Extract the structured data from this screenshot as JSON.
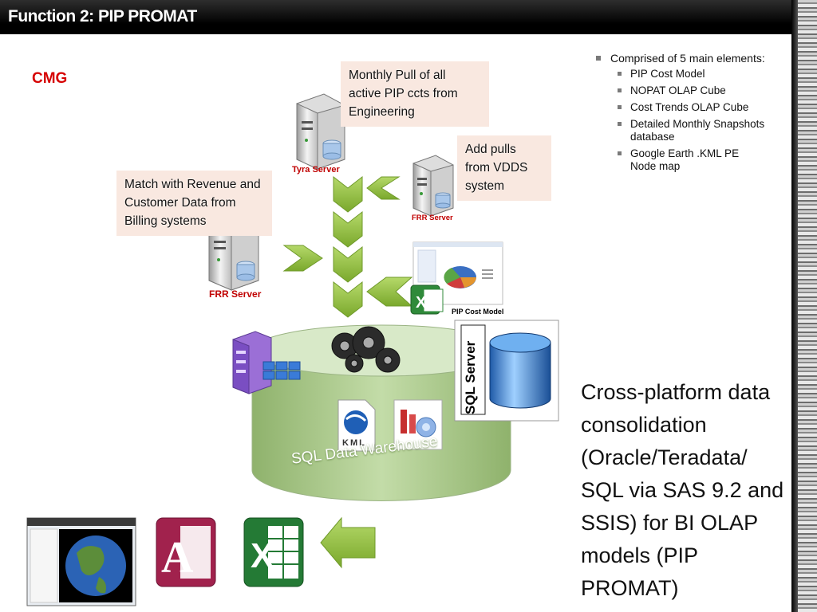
{
  "header": {
    "title": "Function 2:  PIP PROMAT"
  },
  "cmg_label": "CMG",
  "callouts": {
    "engineering": "Monthly Pull of all active PIP ccts from Engineering",
    "vdds": "Add pulls from VDDS system",
    "billing": "Match with Revenue and Customer Data from Billing systems"
  },
  "servers": {
    "tyra": "Tyra Server",
    "frr_right": "FRR Server",
    "frr_left": "FRR Server"
  },
  "pip_caption": "PIP Cost Model",
  "warehouse_label": "SQL Data Warehouse",
  "sql_server_label": "SQL Server",
  "kml_label": "KML",
  "bullets": {
    "main": "Comprised of 5 main elements:",
    "items": [
      "PIP Cost Model",
      "NOPAT OLAP Cube",
      "Cost Trends OLAP Cube",
      "Detailed Monthly Snapshots database",
      "Google Earth .KML PE Node map"
    ]
  },
  "summary": "Cross-platform data consolidation (Oracle/Teradata/ SQL via SAS 9.2 and SSIS) for BI OLAP models (PIP PROMAT)",
  "colors": {
    "arrow_green": "#8fbc3a",
    "cylinder": "#a9c98a",
    "accent_red": "#d60000"
  },
  "icons": [
    "server-icon",
    "excel-icon",
    "gears-icon",
    "cube-icon",
    "sql-server-icon",
    "google-earth-icon",
    "access-icon",
    "olap-icon"
  ]
}
